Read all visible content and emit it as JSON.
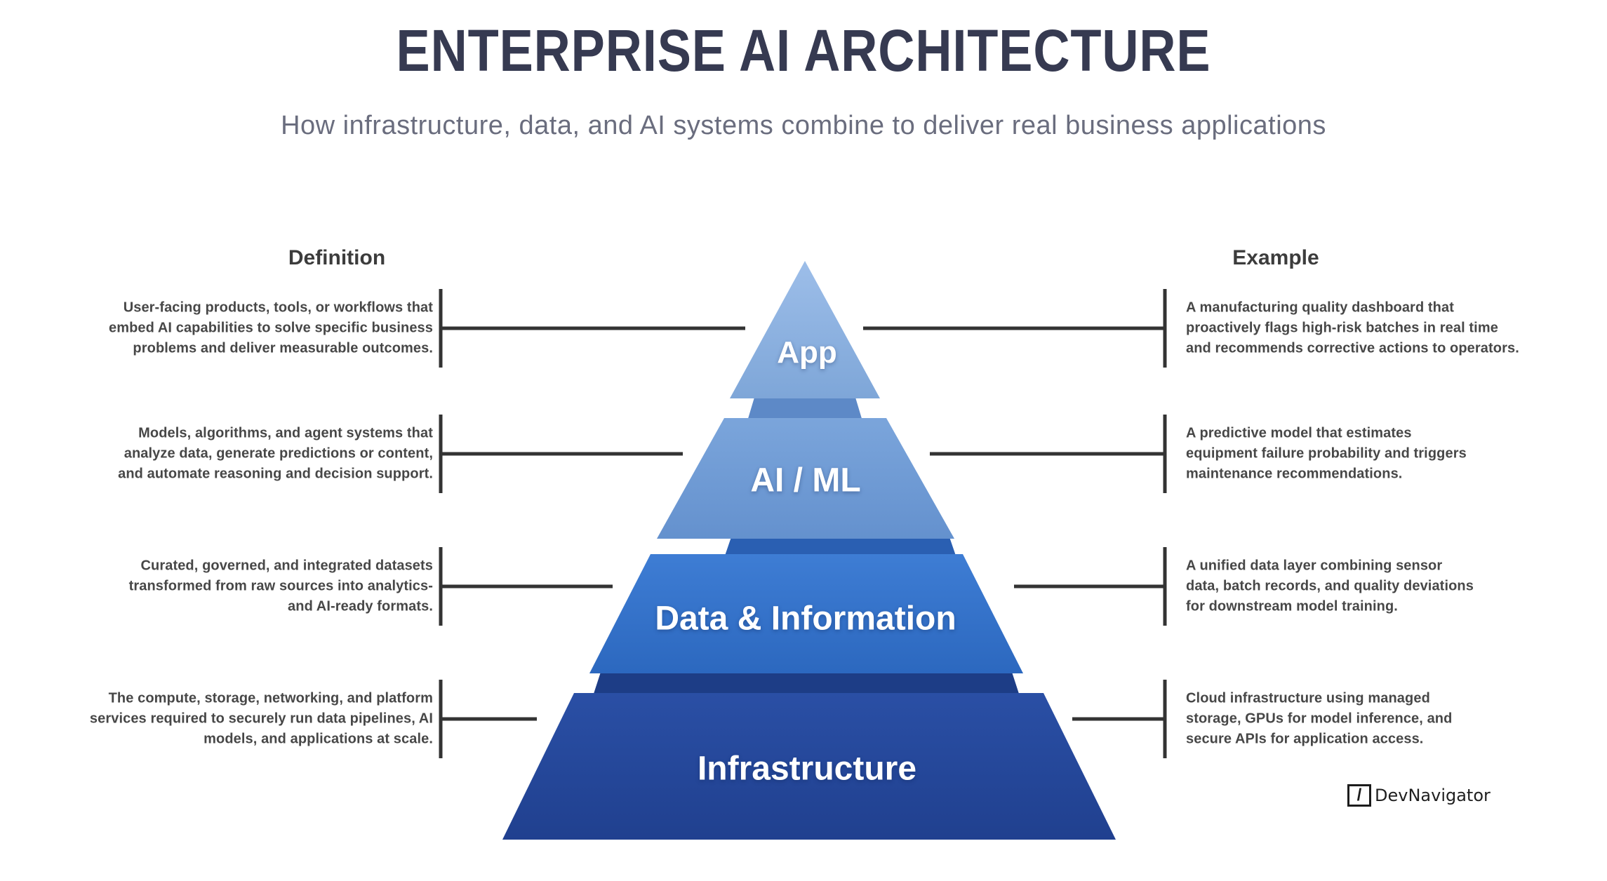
{
  "header": {
    "title": "ENTERPRISE AI ARCHITECTURE",
    "subtitle": "How infrastructure, data, and AI systems combine to deliver real business applications"
  },
  "column_headings": {
    "definition": "Definition",
    "example": "Example"
  },
  "layers": [
    {
      "label": "App",
      "definition": "User-facing products, tools, or workflows that\nembed AI capabilities to solve specific business\nproblems and deliver measurable outcomes.",
      "example": "A manufacturing quality dashboard that\nproactively flags high-risk batches in real time\nand recommends corrective actions to operators."
    },
    {
      "label": "AI / ML",
      "definition": "Models, algorithms, and agent systems that\nanalyze data, generate predictions or content,\nand automate reasoning and decision support.",
      "example": "A predictive model that estimates\nequipment failure probability and triggers\nmaintenance recommendations."
    },
    {
      "label": "Data & Information",
      "definition": "Curated, governed, and integrated datasets\ntransformed from raw sources into analytics-\nand AI-ready formats.",
      "example": "A unified data layer combining sensor\ndata, batch records, and quality deviations\nfor downstream model training."
    },
    {
      "label": "Infrastructure",
      "definition": "The compute, storage, networking, and platform\nservices required to securely run data pipelines, AI\nmodels, and applications at scale.",
      "example": "Cloud infrastructure using managed\nstorage, GPUs for model inference, and\nsecure APIs for application access."
    }
  ],
  "footer": {
    "brand": "DevNavigator",
    "logo_glyph": "/"
  },
  "colors": {
    "title": "#363A51",
    "subtitle": "#6A6D7E",
    "heading": "#3C3C3C",
    "body_text": "#474747",
    "connector": "#333333",
    "app_top": "#9DBEE9",
    "app_bottom": "#7EA6D8",
    "aiml_top": "#7BA5DB",
    "aiml_bottom": "#6491CE",
    "data_top": "#3E7DD4",
    "data_bottom": "#2C68BF",
    "infra_top": "#2A4FA5",
    "infra_bottom": "#20408F",
    "neck_aiml": "#5D89C7",
    "neck_data": "#2A5FB2",
    "neck_infra": "#1D3D86"
  }
}
